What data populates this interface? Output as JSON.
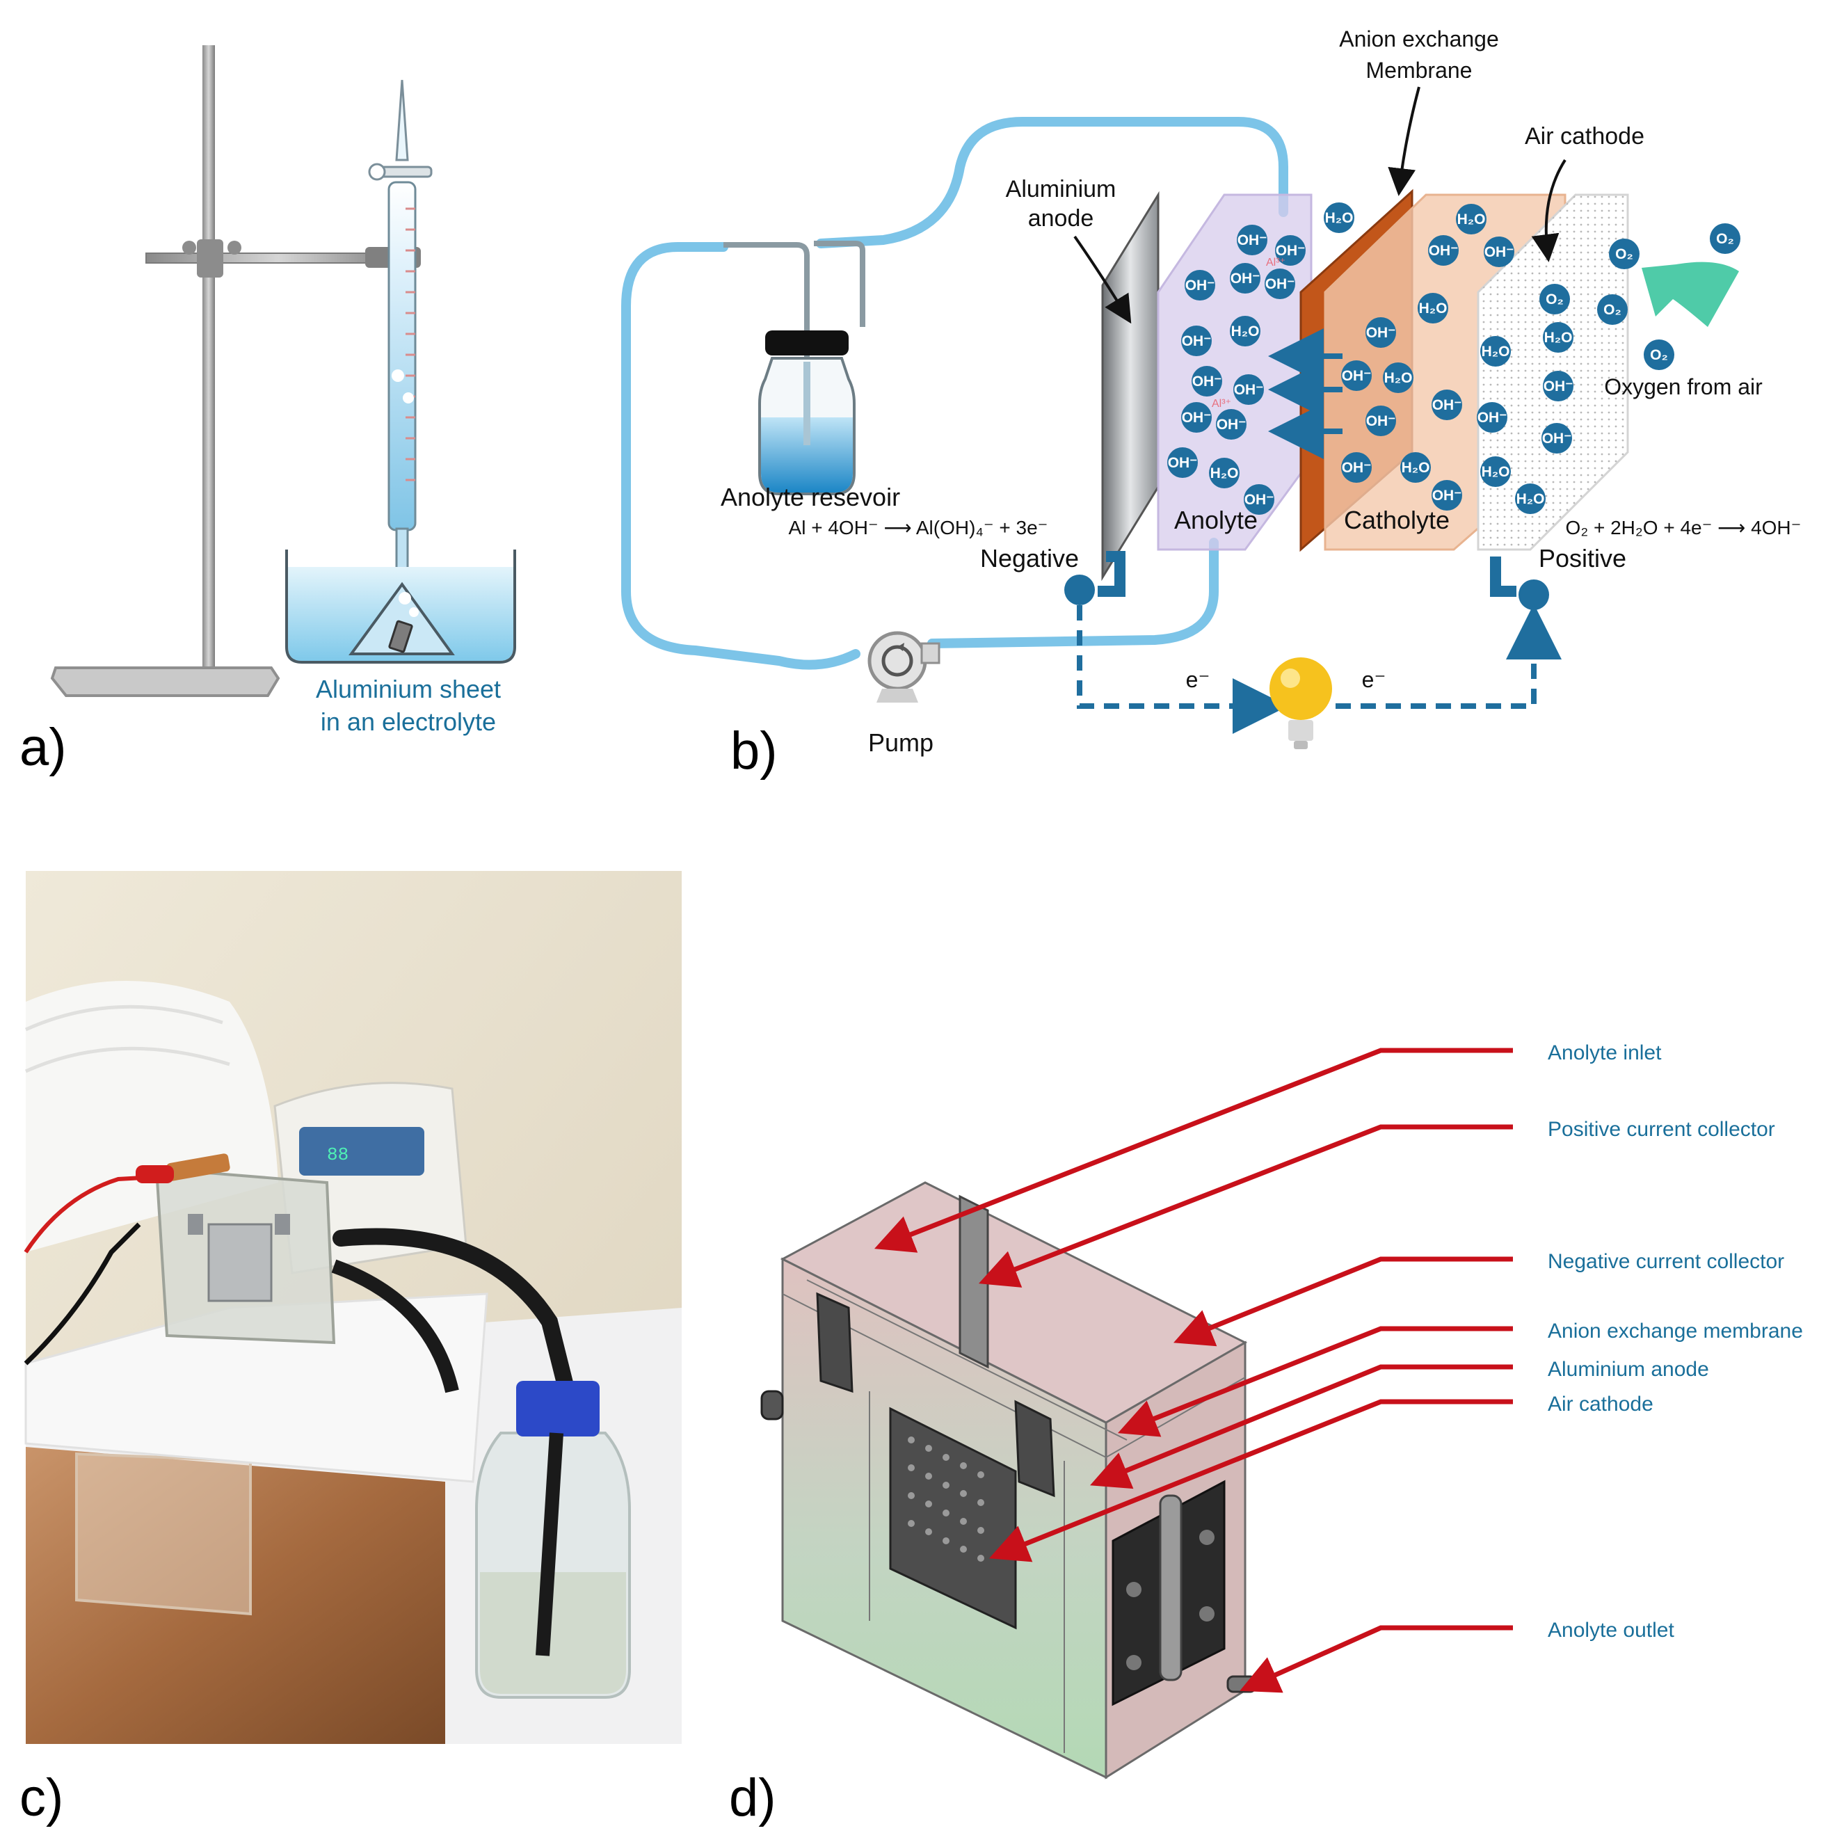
{
  "panels": {
    "a": {
      "panel_label": "a)",
      "caption_line1": "Aluminium sheet",
      "caption_line2": "in an electrolyte"
    },
    "b": {
      "panel_label": "b)",
      "membrane_line1": "Anion exchange",
      "membrane_line2": "Membrane",
      "air_cathode": "Air cathode",
      "anode_line1": "Aluminium",
      "anode_line2": "anode",
      "oxygen_from_air": "Oxygen from air",
      "reservoir": "Anolyte resevoir",
      "anode_reaction": "Al + 4OH⁻ ⟶ Al(OH)₄⁻ + 3e⁻",
      "cathode_reaction": "O₂ + 2H₂O + 4e⁻ ⟶ 4OH⁻",
      "anolyte": "Anolyte",
      "catholyte": "Catholyte",
      "negative": "Negative",
      "positive": "Positive",
      "pump": "Pump",
      "electron_left": "e⁻",
      "electron_right": "e⁻",
      "ion_oh": "OH⁻",
      "ion_h2o": "H₂O",
      "ion_o2": "O₂",
      "ion_al": "Al³⁺"
    },
    "c": {
      "panel_label": "c)"
    },
    "d": {
      "panel_label": "d)",
      "callouts": [
        "Anolyte inlet",
        "Positive current collector",
        "Negative current collector",
        "Anion exchange membrane",
        "Aluminium anode",
        "Air cathode",
        "Anolyte outlet"
      ]
    }
  },
  "colors": {
    "electrolyte_blue": "#8fd0ec",
    "tube_blue": "#7cc4e8",
    "ion_blue": "#1f6e9e",
    "membrane_orange": "#c2561a",
    "callout_red": "#c8101a",
    "caption_blue": "#1a6f9a"
  }
}
